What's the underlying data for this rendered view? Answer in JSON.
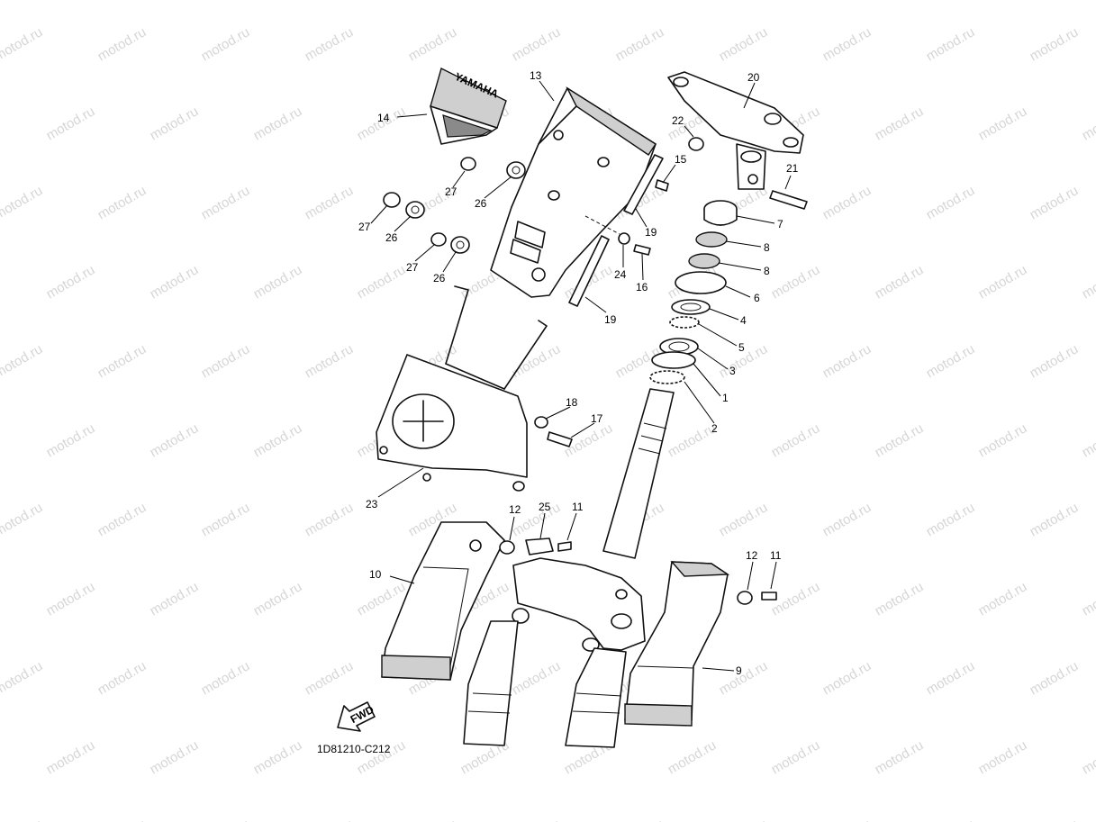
{
  "watermark": "motod.ru",
  "diagram_code": "1D81210-C212",
  "fwd_label": "FWD",
  "brand_mark": "YAMAHA",
  "callouts": [
    "13",
    "14",
    "20",
    "22",
    "15",
    "21",
    "7",
    "8",
    "8",
    "6",
    "4",
    "5",
    "3",
    "1",
    "2",
    "27",
    "26",
    "27",
    "26",
    "27",
    "26",
    "19",
    "24",
    "16",
    "19",
    "18",
    "17",
    "23",
    "12",
    "25",
    "11",
    "10",
    "12",
    "11",
    "9"
  ]
}
